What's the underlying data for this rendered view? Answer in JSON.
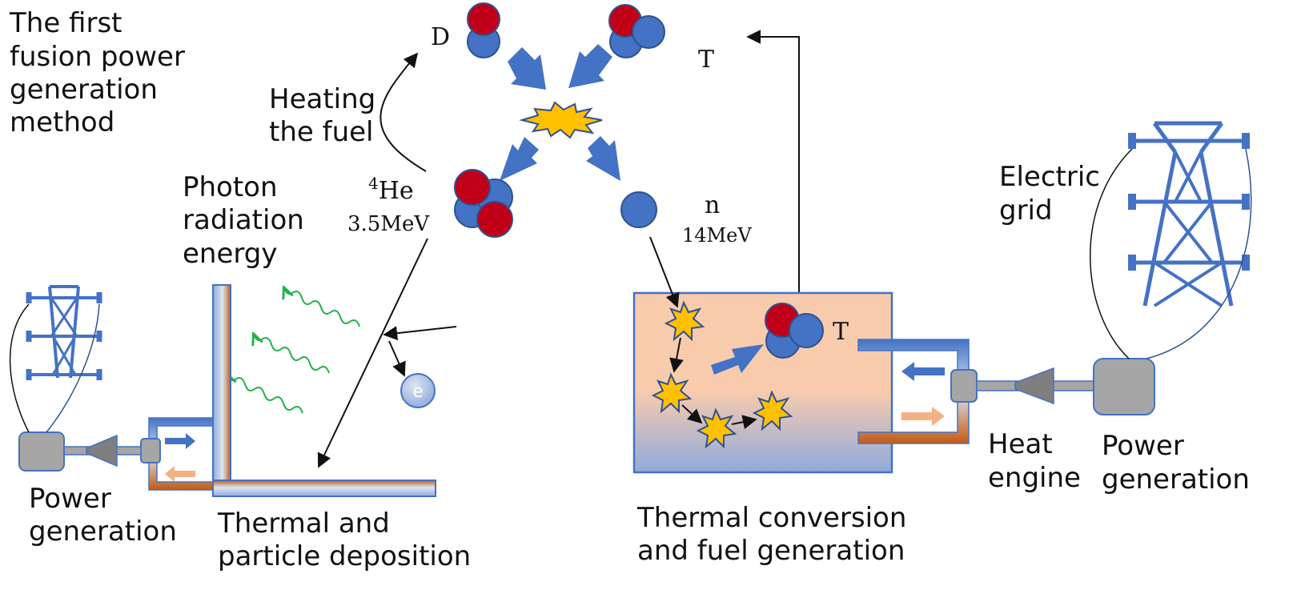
{
  "labels": {
    "title": [
      "The first",
      "fusion power",
      "generation",
      "method"
    ],
    "heating": [
      "Heating",
      "the fuel"
    ],
    "deuterium": "D",
    "tritium_top": "T",
    "helium_sup": "4",
    "helium_sym": "He",
    "helium_energy": "3.5MeV",
    "neutron_sym": "n",
    "neutron_energy": "14MeV",
    "photon": [
      "Photon",
      "radiation",
      "energy"
    ],
    "electron": "e",
    "thermal_deposition": [
      "Thermal and",
      "particle deposition"
    ],
    "power_left": [
      "Power",
      "generation"
    ],
    "tritium_bred": "T",
    "thermal_conversion": [
      "Thermal conversion",
      "and fuel generation"
    ],
    "heat_engine": [
      "Heat",
      "engine"
    ],
    "power_right": [
      "Power",
      "generation"
    ],
    "grid": [
      "Electric",
      "grid"
    ]
  },
  "colors": {
    "proton": "#c00018",
    "neutron": "#4472c4",
    "arrow_blue": "#4472c4",
    "burst": "#ffc000",
    "photon_wave": "#22b14c",
    "hot": "#c55a11",
    "warm": "#f4b183",
    "machine_gray": "#a6a6a6",
    "turbine_gray": "#7f7f7f"
  }
}
